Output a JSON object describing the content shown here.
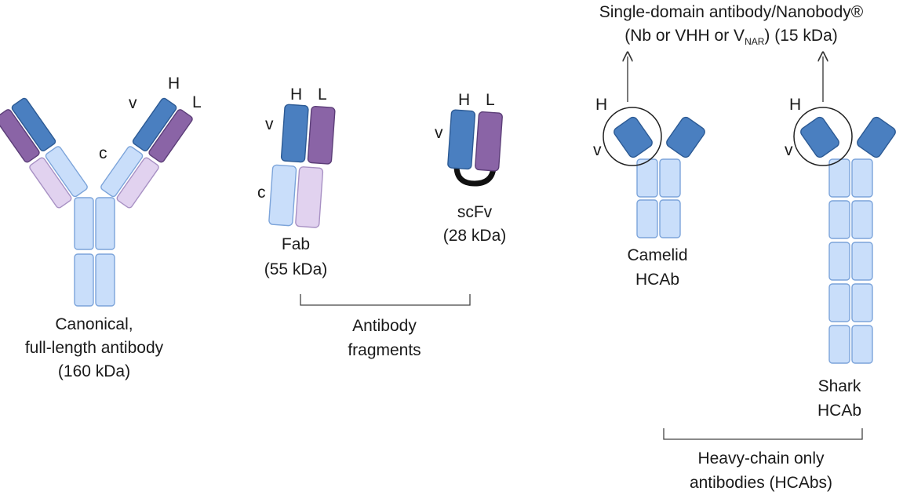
{
  "colors": {
    "vh_fill": "#4a7fc0",
    "vh_stroke": "#2c5a94",
    "vl_fill": "#8a64a6",
    "vl_stroke": "#5c3e78",
    "ch_fill": "#c9defa",
    "ch_stroke": "#7ca4da",
    "cl_fill": "#e1d2ef",
    "cl_stroke": "#a891c4",
    "linker": "#111111",
    "line": "#333333"
  },
  "canonical": {
    "h": "H",
    "l": "L",
    "v": "v",
    "c": "c",
    "caption": [
      "Canonical,",
      "full-length antibody",
      "(160 kDa)"
    ]
  },
  "fab": {
    "h": "H",
    "l": "L",
    "v": "v",
    "c": "c",
    "caption": [
      "Fab",
      "(55 kDa)"
    ]
  },
  "scfv": {
    "h": "H",
    "l": "L",
    "v": "v",
    "caption": [
      "scFv",
      "(28 kDa)"
    ]
  },
  "fragments_bracket": [
    "Antibody",
    "fragments"
  ],
  "camelid": {
    "h": "H",
    "v": "v",
    "caption": [
      "Camelid",
      "HCAb"
    ]
  },
  "shark": {
    "h": "H",
    "v": "v",
    "caption": [
      "Shark",
      "HCAb"
    ]
  },
  "hcab_bracket": [
    "Heavy-chain only",
    "antibodies (HCAbs)"
  ],
  "nanobody": {
    "line1": "Single-domain antibody/Nanobody®",
    "line2_pre": "(Nb or VHH or V",
    "line2_sub": "NAR",
    "line2_post": ") (15 kDa)"
  }
}
